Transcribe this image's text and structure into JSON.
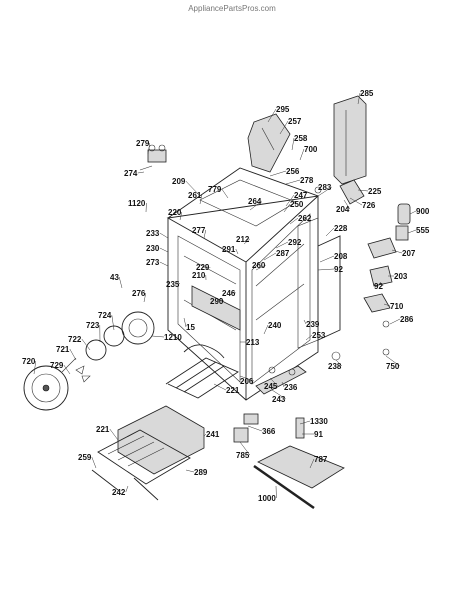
{
  "header": {
    "site": "AppliancePartsPros.com"
  },
  "parts": [
    {
      "id": "p279",
      "label": "279"
    },
    {
      "id": "p274",
      "label": "274"
    },
    {
      "id": "p295",
      "label": "295"
    },
    {
      "id": "p257",
      "label": "257"
    },
    {
      "id": "p258",
      "label": "258"
    },
    {
      "id": "p700",
      "label": "700"
    },
    {
      "id": "p285",
      "label": "285"
    },
    {
      "id": "p256",
      "label": "256"
    },
    {
      "id": "p278",
      "label": "278"
    },
    {
      "id": "p209",
      "label": "209"
    },
    {
      "id": "p779",
      "label": "779"
    },
    {
      "id": "p283",
      "label": "283"
    },
    {
      "id": "p225",
      "label": "225"
    },
    {
      "id": "p261",
      "label": "261"
    },
    {
      "id": "p264",
      "label": "264"
    },
    {
      "id": "p247",
      "label": "247"
    },
    {
      "id": "p250",
      "label": "250"
    },
    {
      "id": "p204",
      "label": "204"
    },
    {
      "id": "p726",
      "label": "726"
    },
    {
      "id": "p1120",
      "label": "1120"
    },
    {
      "id": "p220",
      "label": "220"
    },
    {
      "id": "p262",
      "label": "262"
    },
    {
      "id": "p900",
      "label": "900"
    },
    {
      "id": "p233",
      "label": "233"
    },
    {
      "id": "p277",
      "label": "277"
    },
    {
      "id": "p212",
      "label": "212"
    },
    {
      "id": "p228",
      "label": "228"
    },
    {
      "id": "p555",
      "label": "555"
    },
    {
      "id": "p230",
      "label": "230"
    },
    {
      "id": "p291",
      "label": "291"
    },
    {
      "id": "p292",
      "label": "292"
    },
    {
      "id": "p208",
      "label": "208"
    },
    {
      "id": "p273",
      "label": "273"
    },
    {
      "id": "p287",
      "label": "287"
    },
    {
      "id": "p207",
      "label": "207"
    },
    {
      "id": "p229",
      "label": "229"
    },
    {
      "id": "p260",
      "label": "260"
    },
    {
      "id": "p92a",
      "label": "92"
    },
    {
      "id": "p43",
      "label": "43"
    },
    {
      "id": "p210",
      "label": "210"
    },
    {
      "id": "p203",
      "label": "203"
    },
    {
      "id": "p276",
      "label": "276"
    },
    {
      "id": "p235",
      "label": "235"
    },
    {
      "id": "p246",
      "label": "246"
    },
    {
      "id": "p92b",
      "label": "92"
    },
    {
      "id": "p290",
      "label": "290"
    },
    {
      "id": "p710",
      "label": "710"
    },
    {
      "id": "p724",
      "label": "724"
    },
    {
      "id": "p723",
      "label": "723"
    },
    {
      "id": "p15",
      "label": "15"
    },
    {
      "id": "p286",
      "label": "286"
    },
    {
      "id": "p239",
      "label": "239"
    },
    {
      "id": "p240",
      "label": "240"
    },
    {
      "id": "p253",
      "label": "253"
    },
    {
      "id": "p1210",
      "label": "1210"
    },
    {
      "id": "p213",
      "label": "213"
    },
    {
      "id": "p722",
      "label": "722"
    },
    {
      "id": "p721",
      "label": "721"
    },
    {
      "id": "p720",
      "label": "720"
    },
    {
      "id": "p729",
      "label": "729"
    },
    {
      "id": "p238",
      "label": "238"
    },
    {
      "id": "p750",
      "label": "750"
    },
    {
      "id": "p206",
      "label": "206"
    },
    {
      "id": "p221a",
      "label": "221"
    },
    {
      "id": "p245",
      "label": "245"
    },
    {
      "id": "p236",
      "label": "236"
    },
    {
      "id": "p243",
      "label": "243"
    },
    {
      "id": "p366",
      "label": "366"
    },
    {
      "id": "p1330",
      "label": "1330"
    },
    {
      "id": "p91",
      "label": "91"
    },
    {
      "id": "p221b",
      "label": "221"
    },
    {
      "id": "p241",
      "label": "241"
    },
    {
      "id": "p785",
      "label": "785"
    },
    {
      "id": "p259",
      "label": "259"
    },
    {
      "id": "p289",
      "label": "289"
    },
    {
      "id": "p787",
      "label": "787"
    },
    {
      "id": "p242",
      "label": "242"
    },
    {
      "id": "p1000",
      "label": "1000"
    }
  ]
}
